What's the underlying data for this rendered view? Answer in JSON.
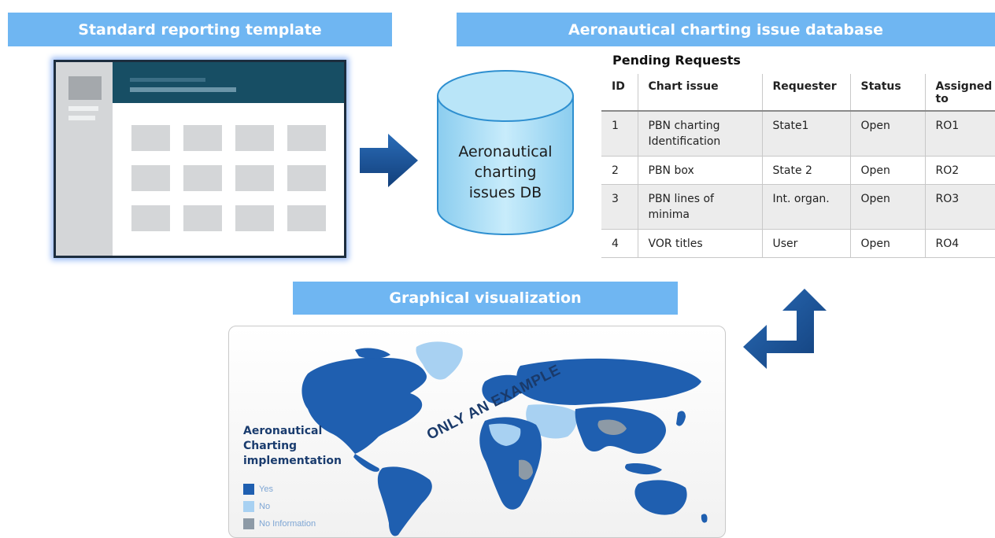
{
  "banners": {
    "template": "Standard reporting template",
    "database": "Aeronautical charting issue database",
    "visualization": "Graphical visualization"
  },
  "database": {
    "label_lines": [
      "Aeronautical",
      "charting",
      "issues DB"
    ]
  },
  "table": {
    "title": "Pending Requests",
    "headers": [
      "ID",
      "Chart issue",
      "Requester",
      "Status",
      "Assigned to"
    ],
    "rows": [
      [
        "1",
        "PBN charting Identification",
        "State1",
        "Open",
        "RO1"
      ],
      [
        "2",
        "PBN box",
        "State 2",
        "Open",
        "RO2"
      ],
      [
        "3",
        "PBN lines of minima",
        "Int. organ.",
        "Open",
        "RO3"
      ],
      [
        "4",
        "VOR titles",
        "User",
        "Open",
        "RO4"
      ]
    ]
  },
  "map": {
    "legend_title": "Aeronautical Charting implementation",
    "legend": [
      {
        "label": "Yes",
        "color": "#1f5fb0"
      },
      {
        "label": "No",
        "color": "#a8d1f2"
      },
      {
        "label": "No Information",
        "color": "#8d9aa6"
      }
    ],
    "watermark": "ONLY AN EXAMPLE"
  },
  "colors": {
    "banner": "#6fb6f2",
    "arrow": "#1f5fa8",
    "db_fill": "#9fd6f3"
  }
}
